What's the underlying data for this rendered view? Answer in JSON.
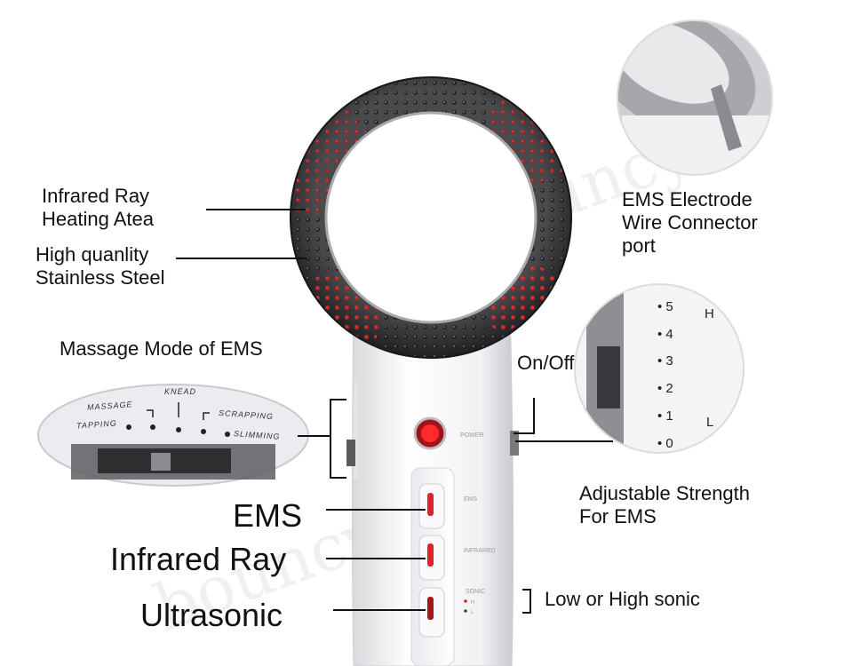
{
  "labels": {
    "infrared_heating": "Infrared Ray\nHeating  Atea",
    "stainless_steel": "High quanlity\nStainless Steel",
    "massage_mode": "Massage Mode of EMS",
    "on_off": "On/Off",
    "ems_connector": "EMS Electrode\nWire Connector\nport",
    "adjustable_strength": "Adjustable Strength\nFor  EMS",
    "low_high_sonic": "Low or High sonic",
    "ems_big": "EMS",
    "infrared_big": "Infrared Ray",
    "ultrasonic_big": "Ultrasonic"
  },
  "device": {
    "power_text": "POWER",
    "ems_text": "EMS",
    "infrared_text": "INFRARED",
    "sonic_text": "SONIC",
    "sonic_h": "H",
    "sonic_l": "L"
  },
  "mode_inset": {
    "knead": "KNEAD",
    "massage": "MASSAGE",
    "tapping": "TAPPING",
    "scrapping": "SCRAPPING",
    "slimming": "SLIMMING"
  },
  "strength_inset": {
    "levels": [
      "5",
      "4",
      "3",
      "2",
      "1",
      "0"
    ],
    "high": "H",
    "low": "L"
  },
  "watermark": "bouncy",
  "colors": {
    "ring_dark": "#2f2f31",
    "red_led": "#e8222a",
    "body_white": "#f4f4f6"
  }
}
